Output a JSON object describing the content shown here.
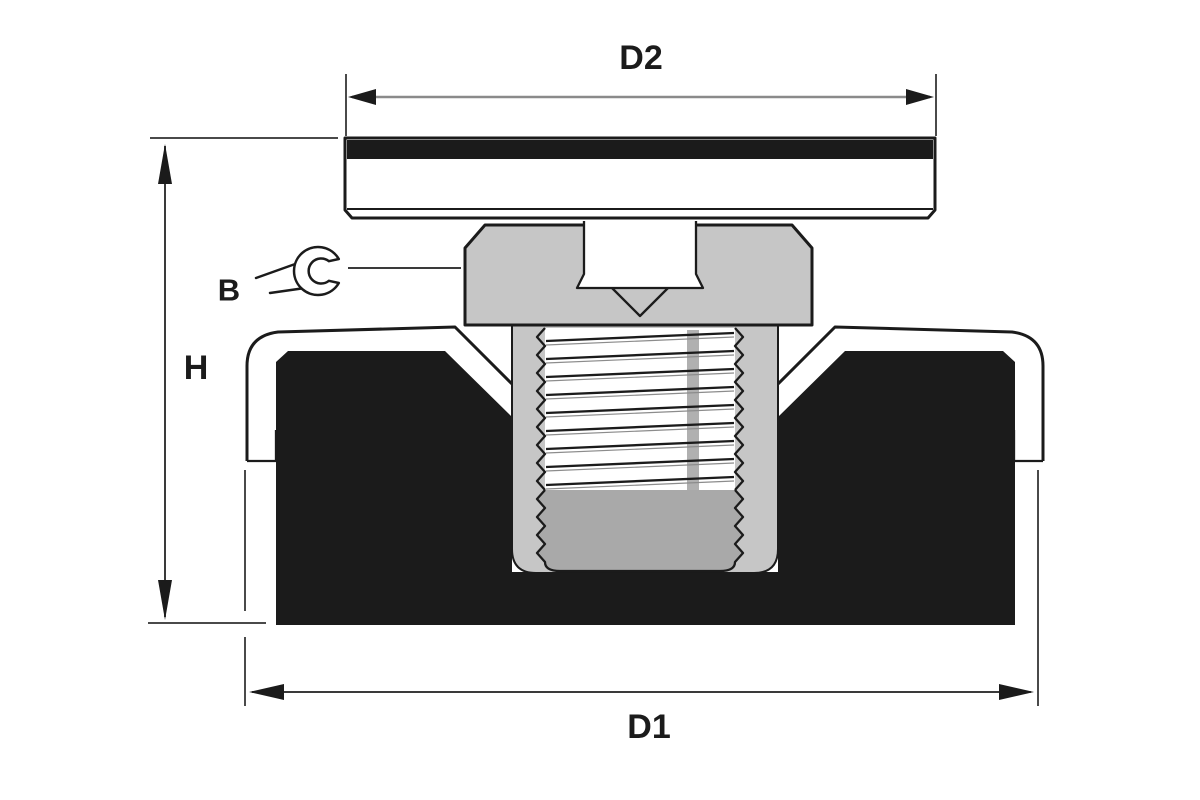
{
  "labels": {
    "d2": "D2",
    "d1": "D1",
    "h": "H",
    "b": "B"
  },
  "icons": {
    "wrench": "open-end-wrench-icon"
  },
  "colors": {
    "outline": "#1b1b1b",
    "metal_gray": "#c6c6c6",
    "bore_gray": "#a9a9a9",
    "thread_shade_gray": "#b0b0b0",
    "rubber_black": "#1b1b1b",
    "dim_line_gray": "#8a8a8a",
    "background": "#ffffff"
  }
}
